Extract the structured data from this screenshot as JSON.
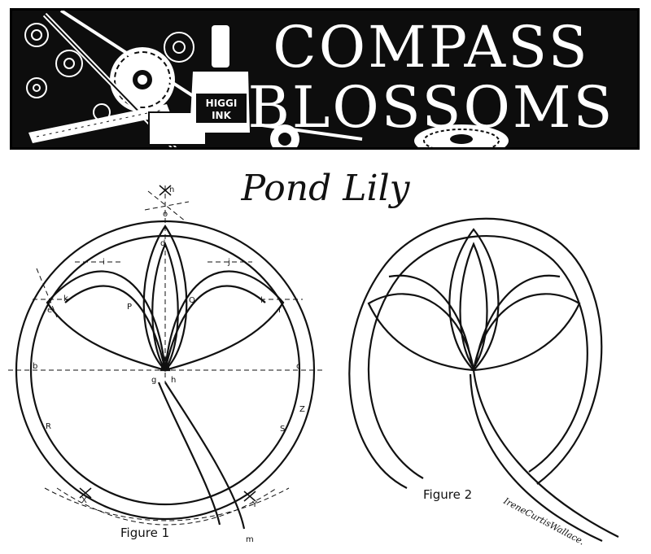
{
  "header": {
    "title_line1": "COMPASS",
    "title_line2": "BLOSSOMS",
    "ink_label_1": "HIGGI",
    "ink_label_2": "INK"
  },
  "subtitle": "Pond Lily",
  "figure1": {
    "caption": "Figure 1",
    "points": {
      "n": "n",
      "o": "o",
      "d": "d",
      "i": "i",
      "j": "j",
      "e": "e",
      "k": "k",
      "p": "P",
      "q": "Q",
      "l": "l",
      "f": "f",
      "b": "b",
      "a": "a",
      "c": "c",
      "g": "g",
      "h": "h",
      "r": "R",
      "s": "S",
      "z": "Z",
      "x": "X",
      "y": "Y",
      "m": "m"
    }
  },
  "figure2": {
    "caption": "Figure 2"
  },
  "signature": "IreneCurtisWallace.",
  "colors": {
    "ink": "#111111",
    "paper": "#ffffff",
    "banner": "#0d0d0d"
  }
}
